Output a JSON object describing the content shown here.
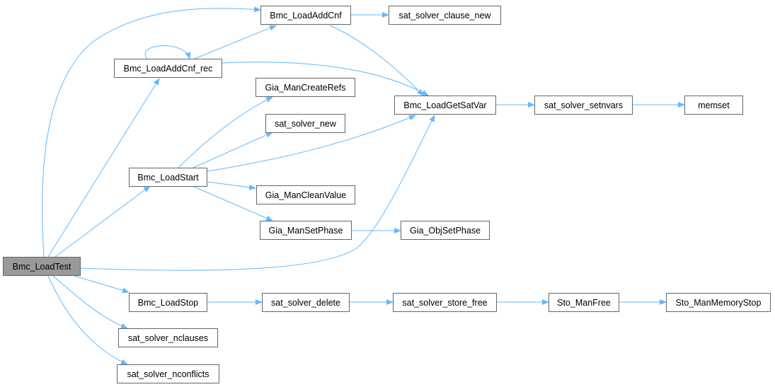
{
  "colors": {
    "edge": "#63b8ff",
    "root_fill": "#999999",
    "node_border": "#666666"
  },
  "nodes": {
    "root": "Bmc_LoadTest",
    "addcnf": "Bmc_LoadAddCnf",
    "clause_new": "sat_solver_clause_new",
    "addcnf_rec": "Bmc_LoadAddCnf_rec",
    "create_refs": "Gia_ManCreateRefs",
    "get_sat_var": "Bmc_LoadGetSatVar",
    "setnvars": "sat_solver_setnvars",
    "memset": "memset",
    "solver_new": "sat_solver_new",
    "load_start": "Bmc_LoadStart",
    "clean_value": "Gia_ManCleanValue",
    "set_phase": "Gia_ManSetPhase",
    "obj_set_phase": "Gia_ObjSetPhase",
    "load_stop": "Bmc_LoadStop",
    "solver_delete": "sat_solver_delete",
    "store_free": "sat_solver_store_free",
    "sto_man_free": "Sto_ManFree",
    "sto_mem_stop": "Sto_ManMemoryStop",
    "nclauses": "sat_solver_nclauses",
    "nconflicts": "sat_solver_nconflicts"
  },
  "edges": [
    [
      "root",
      "addcnf"
    ],
    [
      "root",
      "addcnf_rec"
    ],
    [
      "root",
      "load_start"
    ],
    [
      "root",
      "get_sat_var"
    ],
    [
      "root",
      "load_stop"
    ],
    [
      "root",
      "nclauses"
    ],
    [
      "root",
      "nconflicts"
    ],
    [
      "addcnf_rec",
      "addcnf_rec"
    ],
    [
      "addcnf_rec",
      "addcnf"
    ],
    [
      "addcnf_rec",
      "get_sat_var"
    ],
    [
      "addcnf",
      "clause_new"
    ],
    [
      "addcnf",
      "get_sat_var"
    ],
    [
      "load_start",
      "create_refs"
    ],
    [
      "load_start",
      "solver_new"
    ],
    [
      "load_start",
      "get_sat_var"
    ],
    [
      "load_start",
      "clean_value"
    ],
    [
      "load_start",
      "set_phase"
    ],
    [
      "set_phase",
      "obj_set_phase"
    ],
    [
      "get_sat_var",
      "setnvars"
    ],
    [
      "setnvars",
      "memset"
    ],
    [
      "load_stop",
      "solver_delete"
    ],
    [
      "solver_delete",
      "store_free"
    ],
    [
      "store_free",
      "sto_man_free"
    ],
    [
      "sto_man_free",
      "sto_mem_stop"
    ]
  ]
}
